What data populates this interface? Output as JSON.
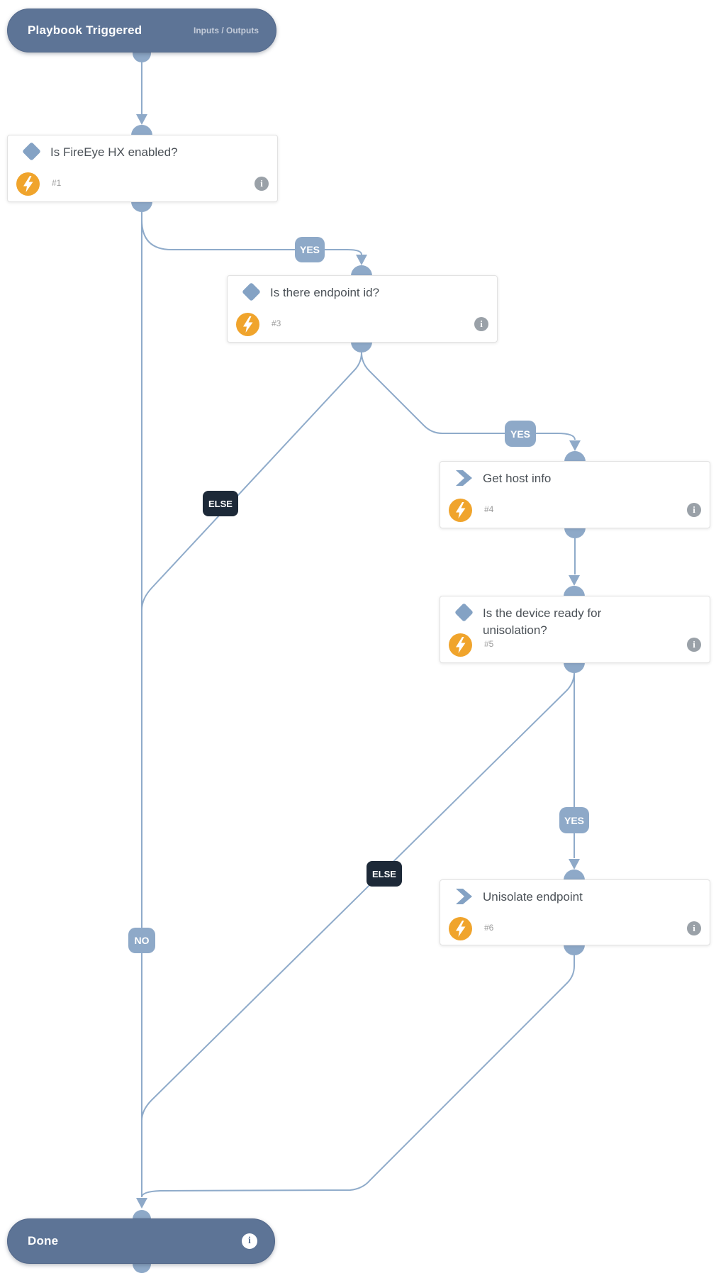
{
  "colors": {
    "pill_bg": "#5d7496",
    "edge": "#8fabca",
    "connector": "#8ea9c8",
    "badge_yes_bg": "#8ea9c8",
    "badge_else_bg": "#1d2938",
    "accent_orange": "#f0a42c",
    "icon_blue": "#84a2c4",
    "card_border": "#e2e2e2",
    "title_text": "#4b5157",
    "muted_text": "#9b9b9b"
  },
  "start_node": {
    "title": "Playbook Triggered",
    "action_label": "Inputs / Outputs"
  },
  "end_node": {
    "title": "Done"
  },
  "nodes": [
    {
      "id": "1",
      "type": "decision",
      "title": "Is FireEye HX enabled?",
      "number": "#1"
    },
    {
      "id": "3",
      "type": "decision",
      "title": "Is there endpoint id?",
      "number": "#3"
    },
    {
      "id": "4",
      "type": "action",
      "title": "Get host info",
      "number": "#4"
    },
    {
      "id": "5",
      "type": "decision",
      "title": "Is the device ready for unisolation?",
      "number": "#5"
    },
    {
      "id": "6",
      "type": "action",
      "title": "Unisolate endpoint",
      "number": "#6"
    }
  ],
  "edge_labels": {
    "yes1": "YES",
    "yes2": "YES",
    "yes3": "YES",
    "no": "NO",
    "else1": "ELSE",
    "else2": "ELSE"
  },
  "info_glyph": "i"
}
